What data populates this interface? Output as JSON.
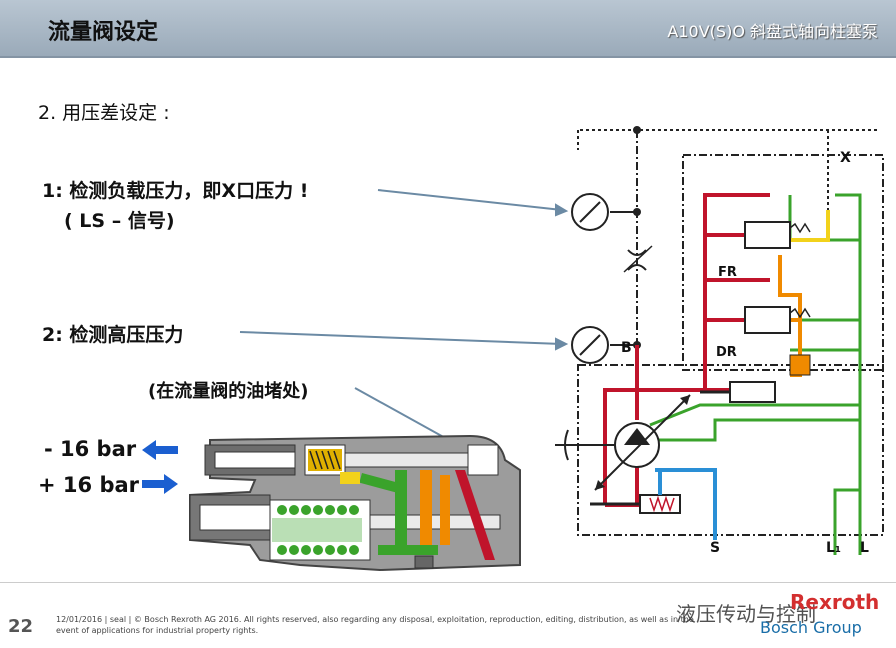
{
  "header": {
    "title": "流量阀设定",
    "subtitle": "A10V(S)O 斜盘式轴向柱塞泵"
  },
  "body": {
    "section": "2. 用压差设定 :",
    "ls_line1": "1: 检测负载压力，即X口压力 !",
    "ls_line2": "( LS – 信号)",
    "hp_line": "2: 检测高压压力",
    "plug_note": "(在流量阀的油堵处)",
    "minus_label": "- 16 bar",
    "plus_label": "+ 16 bar"
  },
  "circuit": {
    "port_x": "X",
    "port_b": "B",
    "valve_fr": "FR",
    "valve_dr": "DR",
    "port_s": "S",
    "port_l1": "L₁",
    "port_l": "L"
  },
  "colors": {
    "red": "#c0142b",
    "green": "#3aa32b",
    "yellow": "#f2d21b",
    "orange": "#f08a00",
    "blue": "#2a8fd6",
    "arrow_blue": "#1b5fd0"
  },
  "footer": {
    "page": "22",
    "legal": "12/01/2016 | seal | © Bosch Rexroth AG 2016. All rights reserved, also regarding any disposal, exploitation, reproduction, editing, distribution, as well as in the event of applications for industrial property rights.",
    "brand": "Rexroth",
    "group": "Bosch Group",
    "watermark": "液压传动与控制"
  }
}
